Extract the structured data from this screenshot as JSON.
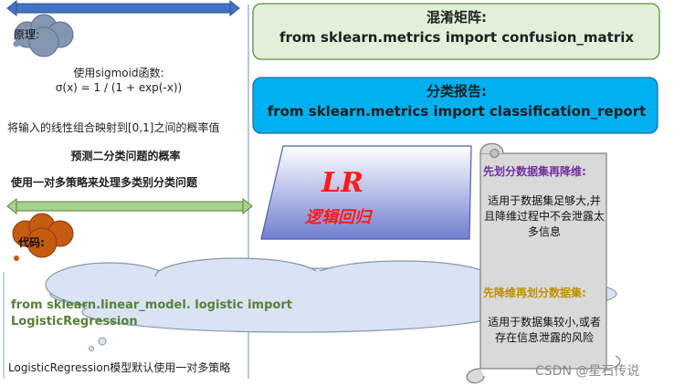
{
  "principle_label": "原理:",
  "sigmoid_heading": "使用sigmoid函数:",
  "sigmoid_formula": "σ(x) = 1 / (1 + exp(-x))",
  "mapping_text": "将输入的线性组合映射到[0,1]之间的概率值",
  "binary_text": "预测二分类问题的概率",
  "multi_text": "使用一对多策略来处理多类别分类问题",
  "code_label": "代码:",
  "import_code": "from sklearn.linear_model. logistic import LogisticRegression",
  "default_strategy": "LogisticRegression模型默认使用一对多策略",
  "confusion": {
    "title": "混淆矩阵:",
    "code": "from sklearn.metrics import confusion_matrix"
  },
  "classification": {
    "title": "分类报告:",
    "code": "from sklearn.metrics import classification_report"
  },
  "lr": {
    "title": "LR",
    "subtitle": "逻辑回归"
  },
  "scroll": {
    "first_title": "先划分数据集再降维:",
    "first_desc": "适用于数据集足够大,并且降维过程中不会泄露太多信息",
    "second_title": "先降维再划分数据集:",
    "second_desc": "适用于数据集较小,或者存在信息泄露的风险"
  },
  "watermark": "CSDN @星石传说",
  "colors": {
    "green_box": "#e2f0d9",
    "green_border": "#5a8f3b",
    "blue_box": "#00b0f0",
    "blue_border": "#1f6fb5",
    "lr_grad_top": "#ffffff",
    "lr_grad_bottom": "#6f7fd0",
    "lr_text": "#ff1a1a",
    "cloud_gray": "#8497b0",
    "cloud_orange": "#c55a11",
    "cloud_light": "#dae3f3",
    "scroll_gray": "#d9d9d9",
    "scroll_stroke": "#7f7f7f",
    "purple": "#7030a0",
    "gold": "#bf9000",
    "code_green": "#548235",
    "arrow_green": "#a9d18e",
    "arrow_blue": "#4472c4"
  }
}
